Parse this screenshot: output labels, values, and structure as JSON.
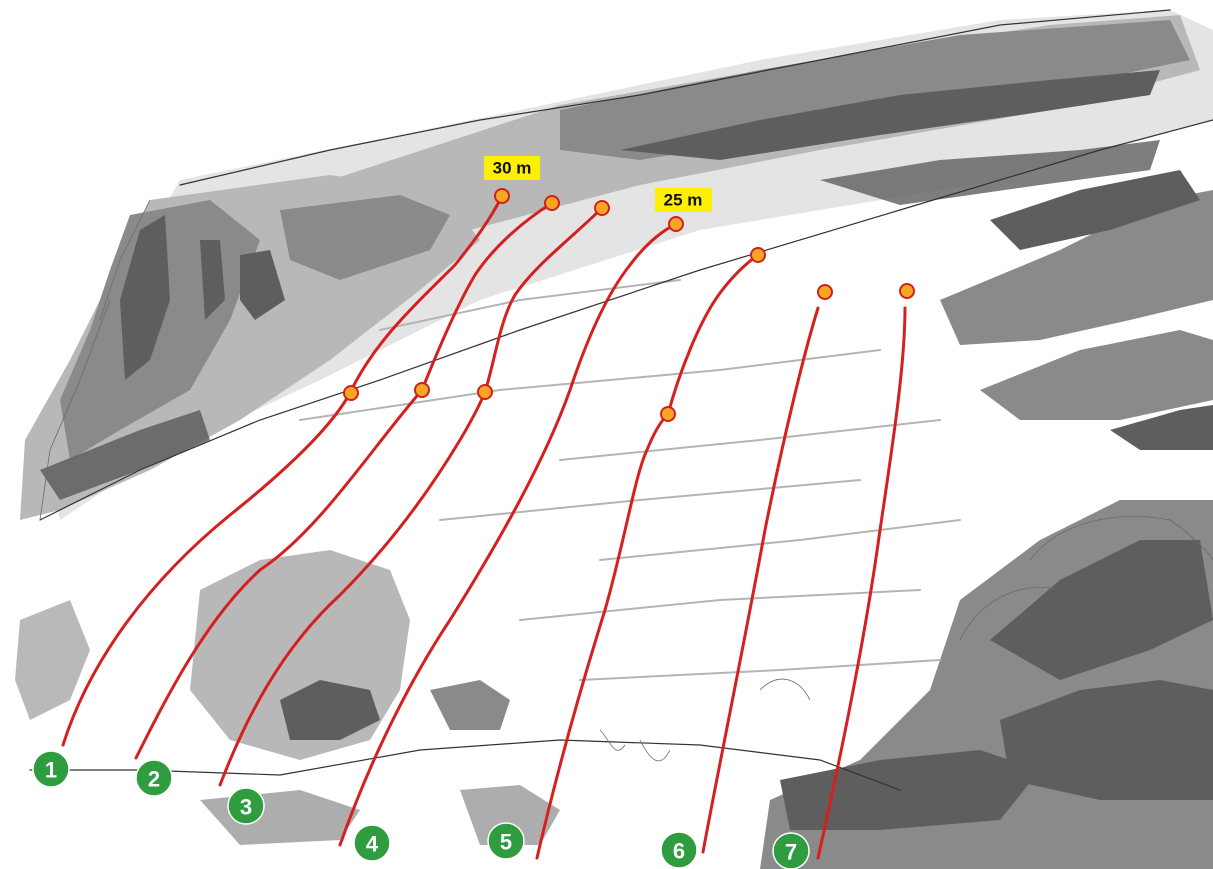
{
  "routes": [
    {
      "number": "1",
      "bolts": 2,
      "length_label": "30 m"
    },
    {
      "number": "2",
      "bolts": 2
    },
    {
      "number": "3",
      "bolts": 2
    },
    {
      "number": "4",
      "bolts": 1,
      "length_label": "25 m"
    },
    {
      "number": "5",
      "bolts": 2
    },
    {
      "number": "6",
      "bolts": 1
    },
    {
      "number": "7",
      "bolts": 1
    }
  ],
  "colors": {
    "route_line": "#d4201f",
    "bolt": "#f6a623",
    "start_marker": "#2e9c3f",
    "length_label_bg": "#ffef00"
  }
}
